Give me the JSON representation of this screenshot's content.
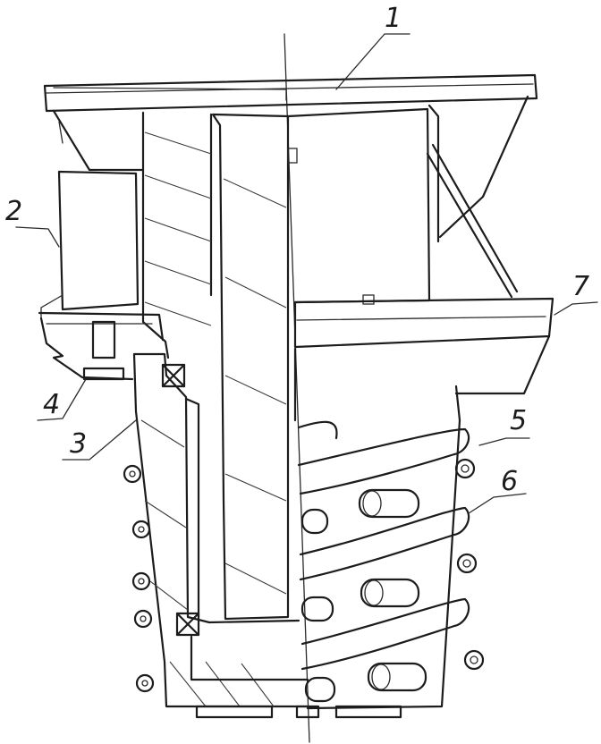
{
  "diagram": {
    "ink_color": "#1c1c1c",
    "paper_color": "#ffffff",
    "callouts": [
      {
        "id": "1",
        "text": "1"
      },
      {
        "id": "2",
        "text": "2"
      },
      {
        "id": "3",
        "text": "3"
      },
      {
        "id": "4",
        "text": "4"
      },
      {
        "id": "5",
        "text": "5"
      },
      {
        "id": "6",
        "text": "6"
      },
      {
        "id": "7",
        "text": "7"
      }
    ]
  }
}
